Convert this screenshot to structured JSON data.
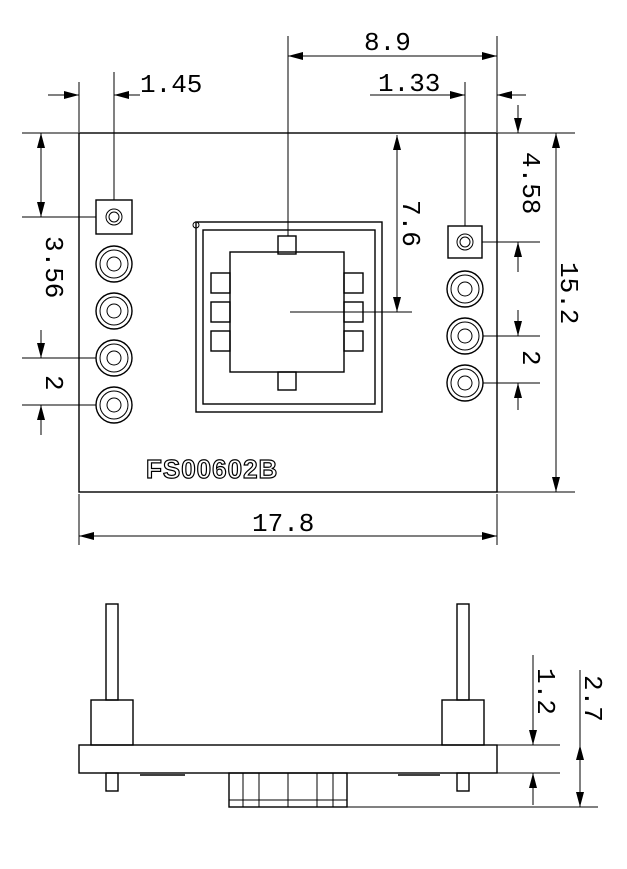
{
  "part_label": "FS00602B",
  "dimensions": {
    "pin_pitch_left": "1.45",
    "chip_offset": "8.9",
    "pin_pitch_right": "1.33",
    "chip_height": "7.6",
    "right_top_offset": "4.58",
    "left_top_offset": "3.56",
    "board_height": "15.2",
    "left_pitch": "2",
    "right_pitch": "2",
    "board_width": "17.8",
    "board_thickness": "1.2",
    "total_thickness": "2.7"
  }
}
